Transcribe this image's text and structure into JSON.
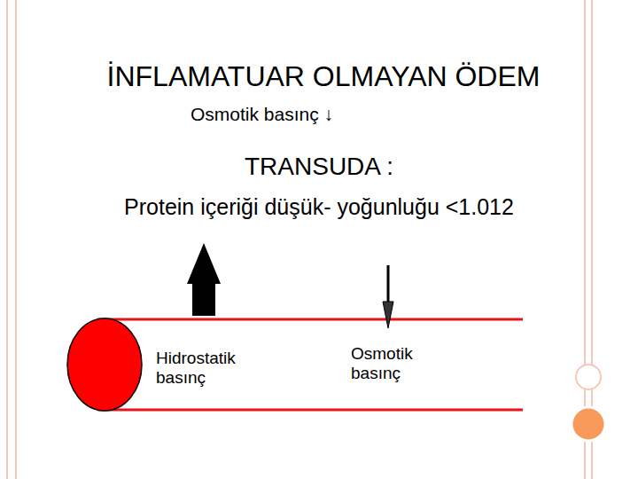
{
  "diagram": {
    "title": "İNFLAMATUAR OLMAYAN ÖDEM",
    "labels": [
      "Osmotik basınç ↓",
      "TRANSUDA :",
      "Protein içeriği düşük- yoğunluğu <1.012",
      "Hidrostatik basınç",
      "Osmotik basınç"
    ]
  }
}
